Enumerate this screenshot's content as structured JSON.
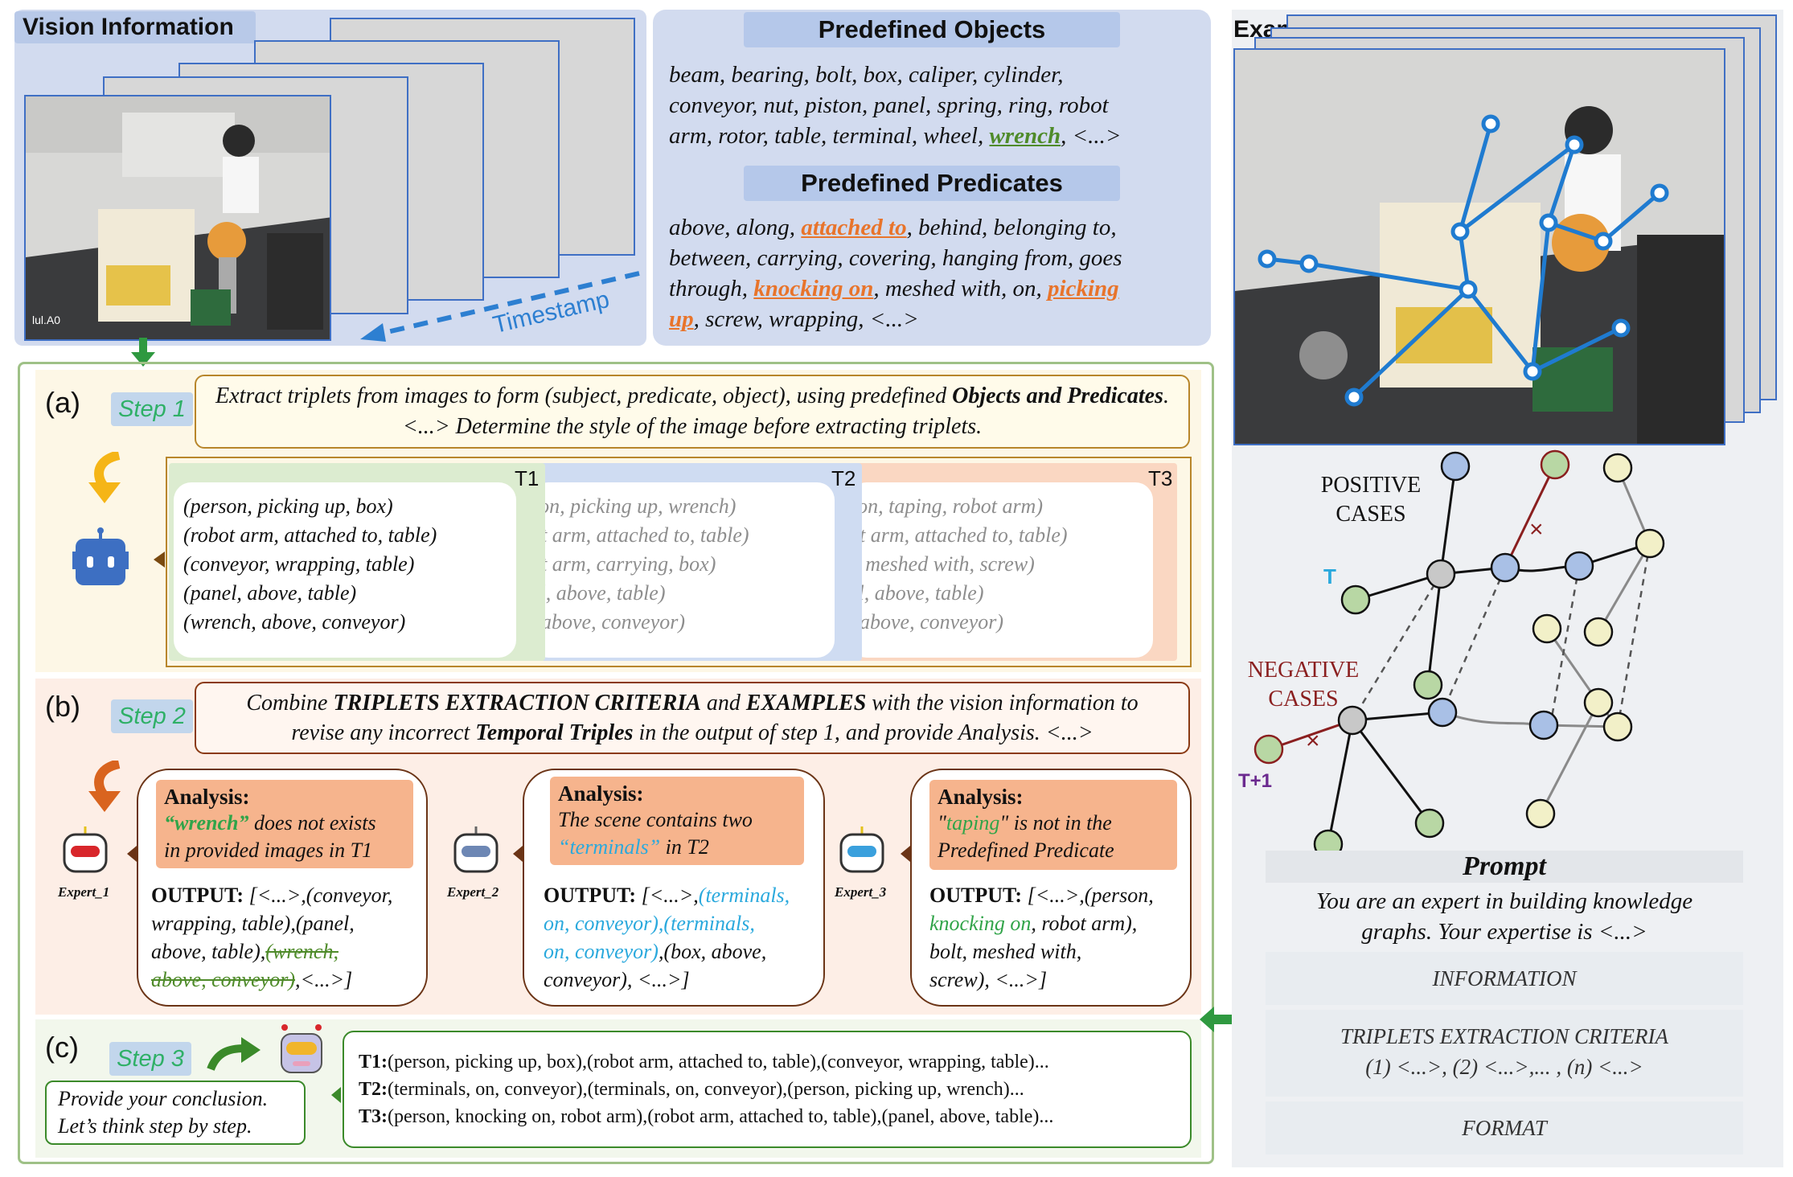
{
  "vision": {
    "title": "Vision Information",
    "timestamp": "Timestamp",
    "frame_tag": "lul.A0"
  },
  "objects": {
    "title": "Predefined Objects",
    "lines": [
      "beam, bearing, bolt, box, caliper, cylinder,",
      "conveyor, nut, piston, panel, spring, ring, robot",
      "arm, rotor, table, terminal, wheel,",
      "wrench",
      ", <...>"
    ]
  },
  "predicates": {
    "title": "Predefined Predicates",
    "l1a": "above, along, ",
    "l1b": "attached to",
    "l1c": ", behind, belonging to,",
    "l2": "between, carrying, covering, hanging from, goes",
    "l3a": "through, ",
    "l3b": "knocking on",
    "l3c": ", meshed with, on, ",
    "l3d": "picking",
    "l4a": "up",
    "l4b": ", screw, wrapping, <...>"
  },
  "step1": {
    "label": "(a)",
    "chip": "Step 1",
    "text_a": "Extract triplets from images to form (subject, predicate, object), using predefined ",
    "text_b": "Objects and Predicates",
    "text_c": ". <...> Determine the style of the image before extracting triplets.",
    "t1": "T1",
    "t2": "T2",
    "t3": "T3",
    "t1_lines": [
      "(person, picking up, box)",
      "(robot arm, attached to, table)",
      "(conveyor, wrapping, table)",
      "(panel, above, table)",
      "(wrench, above, conveyor)"
    ],
    "t2_lines": [
      "son, picking up, wrench)",
      "ot arm, attached to, table)",
      "ot arm, carrying, box)",
      "el, above, table)",
      ", above, conveyor)"
    ],
    "t3_lines": [
      "son, taping, robot arm)",
      "ot arm, attached to, table)",
      "t, meshed with, screw)",
      "el, above, table)",
      ", above, conveyor)"
    ]
  },
  "step2": {
    "label": "(b)",
    "chip": "Step 2",
    "t_a": "Combine ",
    "t_b": "TRIPLETS EXTRACTION CRITERIA",
    "t_c": " and ",
    "t_d": "EXAMPLES",
    "t_e": " with the vision information to",
    "t_f": "revise any incorrect ",
    "t_g": "Temporal Triples",
    "t_h": " in the output of step 1, and provide Analysis.  <...>",
    "experts": [
      {
        "name": "Expert_1",
        "an_title": "Analysis:",
        "an_l1a": "“wrench”",
        "an_l1b": " does not exists",
        "an_l2": "in  provided images in T1",
        "out_label": "OUTPUT:",
        "o1": " [<...>,(conveyor,",
        "o2": "wrapping, table),(panel,",
        "o3a": "above, table),",
        "o3b": "(wrench,",
        "o4a": "above, conveyor)",
        "o4b": ",<...>]"
      },
      {
        "name": "Expert_2",
        "an_title": "Analysis:",
        "an_l1": "The scene contains two",
        "an_l2a": "“terminals”",
        "an_l2b": " in T2",
        "out_label": "OUTPUT:",
        "o1a": " [<...>,",
        "o1b": "(terminals,",
        "o2": "on, conveyor),(terminals,",
        "o3a": "on, conveyor)",
        "o3b": ",(box, above,",
        "o4": "conveyor), <...>]"
      },
      {
        "name": "Expert_3",
        "an_title": "Analysis:",
        "an_l1a": "\"",
        "an_l1b": "taping",
        "an_l1c": "\" is not in the",
        "an_l2": "Predefined Predicate",
        "out_label": "OUTPUT:",
        "o1": " [<...>,(person,",
        "o2a": "knocking on",
        "o2b": ", robot arm),",
        "o3": "bolt, meshed with,",
        "o4": "screw), <...>]"
      }
    ]
  },
  "step3": {
    "label": "(c)",
    "chip": "Step 3",
    "hint1": "Provide your conclusion.",
    "hint2": "Let’s think step by step.",
    "r1k": "T1:",
    "r1": "(person, picking up, box),(robot arm, attached to, table),(conveyor, wrapping, table)...",
    "r2k": "T2:",
    "r2": "(terminals, on, conveyor),(terminals, on, conveyor),(person, picking up, wrench)...",
    "r3k": "T3:",
    "r3": "(person, knocking on, robot arm),(robot arm, attached to, table),(panel, above, table)..."
  },
  "examples": {
    "title": "Examples",
    "positive1": "POSITIVE",
    "positive2": "CASES",
    "negative1": "NEGATIVE",
    "negative2": "CASES",
    "t": "T",
    "t1": "T+1",
    "cross": "×"
  },
  "prompt": {
    "title": "Prompt",
    "l1": "You are an expert in building knowledge",
    "l2": "graphs. Your expertise is <...>",
    "info": "INFORMATION",
    "crit1": "TRIPLETS EXTRACTION CRITERIA",
    "crit2": "(1) <...>, (2) <...>,... , (n) <...>",
    "format": "FORMAT"
  }
}
